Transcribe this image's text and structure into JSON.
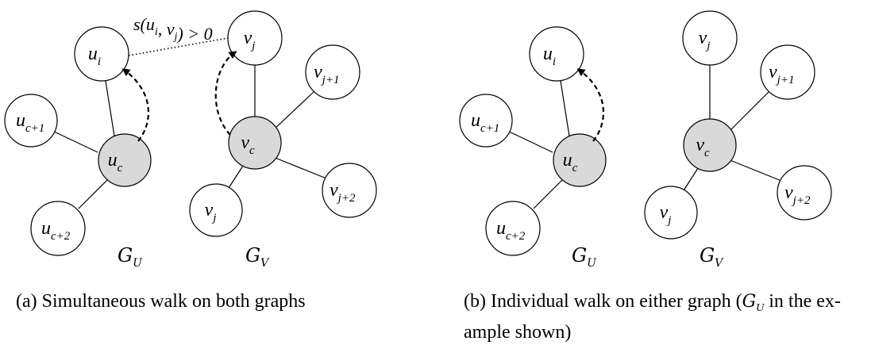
{
  "subfigures": [
    {
      "id": "a",
      "caption": "(a) Simultaneous walk on both graphs",
      "similarity_label": "s(u_i, v_j) > 0",
      "graphs": [
        {
          "label": "G",
          "label_sub": "U",
          "nodes": [
            {
              "id": "u_c",
              "base": "u",
              "sub": "c",
              "center": true
            },
            {
              "id": "u_i",
              "base": "u",
              "sub": "i",
              "center": false
            },
            {
              "id": "u_c+1",
              "base": "u",
              "sub": "c+1",
              "center": false
            },
            {
              "id": "u_c+2",
              "base": "u",
              "sub": "c+2",
              "center": false
            }
          ]
        },
        {
          "label": "G",
          "label_sub": "V",
          "nodes": [
            {
              "id": "v_c",
              "base": "v",
              "sub": "c",
              "center": true
            },
            {
              "id": "v_j",
              "base": "v",
              "sub": "j",
              "center": false
            },
            {
              "id": "v_j+1",
              "base": "v",
              "sub": "j+1",
              "center": false
            },
            {
              "id": "v_j+2",
              "base": "v",
              "sub": "j+2",
              "center": false
            },
            {
              "id": "v_j_lower",
              "base": "v",
              "sub": "j",
              "center": false
            }
          ]
        }
      ]
    },
    {
      "id": "b",
      "caption": "(b) Individual walk on either graph (G_U in the example shown)",
      "caption_parts": {
        "before": "(b) Individual walk on either graph (",
        "g": "G",
        "g_sub": "U",
        "after": " in the ex-ample shown)"
      },
      "graphs": [
        {
          "label": "G",
          "label_sub": "U",
          "nodes": [
            {
              "id": "u_c",
              "base": "u",
              "sub": "c",
              "center": true
            },
            {
              "id": "u_i",
              "base": "u",
              "sub": "i",
              "center": false
            },
            {
              "id": "u_c+1",
              "base": "u",
              "sub": "c+1",
              "center": false
            },
            {
              "id": "u_c+2",
              "base": "u",
              "sub": "c+2",
              "center": false
            }
          ]
        },
        {
          "label": "G",
          "label_sub": "V",
          "nodes": [
            {
              "id": "v_c",
              "base": "v",
              "sub": "c",
              "center": true
            },
            {
              "id": "v_j",
              "base": "v",
              "sub": "j",
              "center": false
            },
            {
              "id": "v_j+1",
              "base": "v",
              "sub": "j+1",
              "center": false
            },
            {
              "id": "v_j+2",
              "base": "v",
              "sub": "j+2",
              "center": false
            },
            {
              "id": "v_j_lower",
              "base": "v",
              "sub": "j",
              "center": false
            }
          ]
        }
      ]
    }
  ],
  "colors": {
    "center_fill": "#d9d9d9",
    "node_fill": "#ffffff",
    "stroke": "#000000"
  }
}
